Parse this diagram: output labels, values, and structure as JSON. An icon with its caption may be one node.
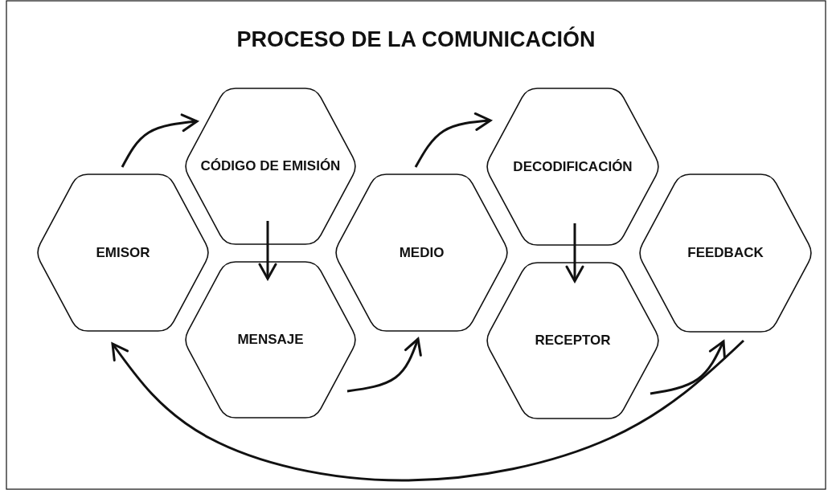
{
  "diagram": {
    "title": "PROCESO DE LA COMUNICACIÓN",
    "nodes": [
      {
        "text": [
          "EMISOR"
        ]
      },
      {
        "text": [
          "CÓDIGO DE EMISIÓN"
        ]
      },
      {
        "text": [
          "MENSAJE"
        ]
      },
      {
        "text": [
          "MEDIO"
        ]
      },
      {
        "text": [
          "DECODIFICACIÓN"
        ]
      },
      {
        "text": [
          "RECEPTOR"
        ]
      },
      {
        "text": [
          "FEEDBACK"
        ]
      }
    ],
    "edges": [
      {
        "from": 0,
        "to": 1,
        "arrow": "to"
      },
      {
        "from": 1,
        "to": 2,
        "arrow": "to"
      },
      {
        "from": 2,
        "to": 3,
        "arrow": "to"
      },
      {
        "from": 3,
        "to": 4,
        "arrow": "to"
      },
      {
        "from": 4,
        "to": 5,
        "arrow": "to"
      },
      {
        "from": 5,
        "to": 6,
        "arrow": "to"
      },
      {
        "from": 6,
        "to": 0,
        "arrow": "to"
      }
    ]
  }
}
